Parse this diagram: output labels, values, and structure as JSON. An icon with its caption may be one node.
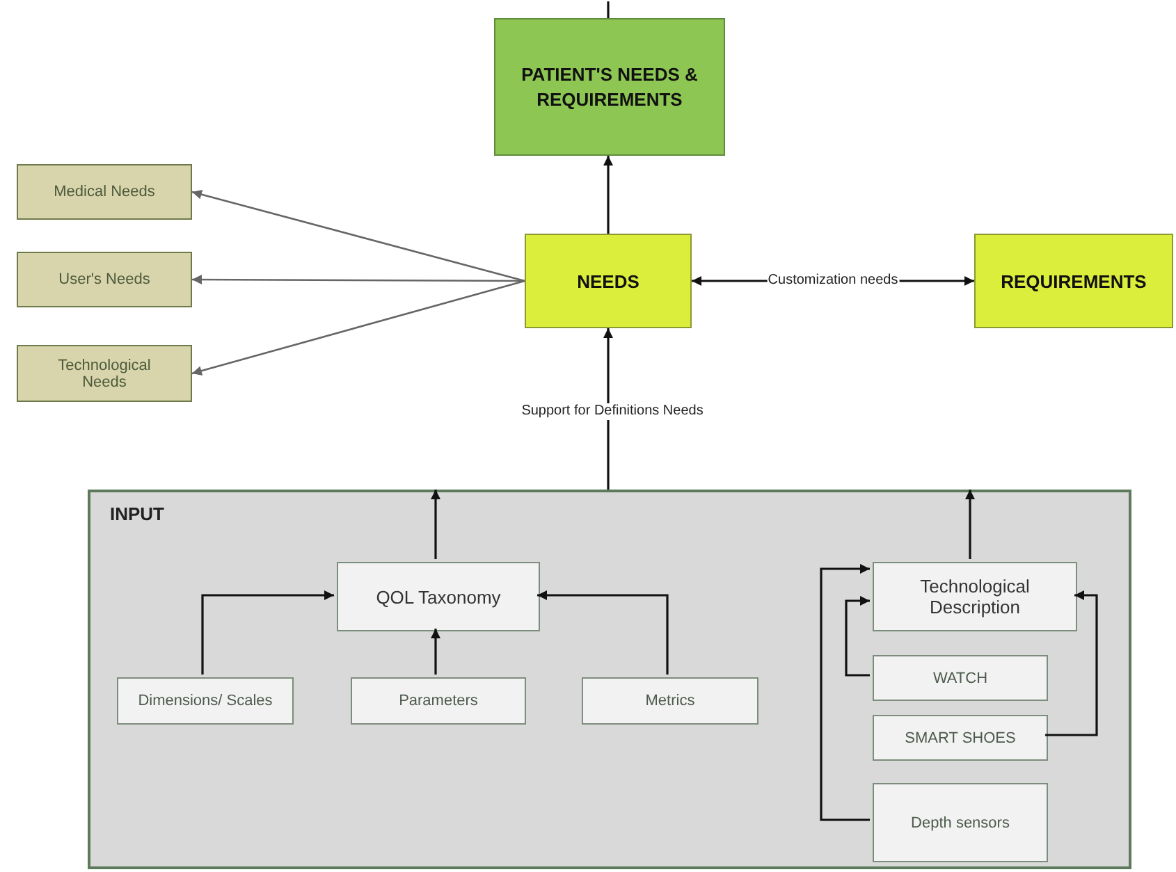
{
  "diagram": {
    "nodes": [
      {
        "text": [
          "PATIENT'S NEEDS & REQUIREMENTS"
        ]
      },
      {
        "text": [
          "Medical Needs"
        ]
      },
      {
        "text": [
          "User's Needs"
        ]
      },
      {
        "text": [
          "Technological Needs"
        ]
      },
      {
        "text": [
          "NEEDS"
        ]
      },
      {
        "text": [
          "REQUIREMENTS"
        ]
      },
      {
        "text": [
          "INPUT"
        ]
      },
      {
        "text": [
          "QOL Taxonomy"
        ],
        "in": 6
      },
      {
        "text": [
          "Dimensions/ Scales"
        ],
        "in": 6
      },
      {
        "text": [
          "Parameters"
        ],
        "in": 6
      },
      {
        "text": [
          "Metrics"
        ],
        "in": 6
      },
      {
        "text": [
          "Technological Description"
        ],
        "in": 6
      },
      {
        "text": [
          "WATCH"
        ],
        "in": 6
      },
      {
        "text": [
          "SMART SHOES"
        ],
        "in": 6
      },
      {
        "text": [
          "Depth sensors"
        ],
        "in": 6
      }
    ],
    "edges": [
      {
        "from": 0,
        "to": null,
        "arrow": "none"
      },
      {
        "from": 4,
        "to": 0,
        "arrow": "to"
      },
      {
        "from": 4,
        "to": 1,
        "arrow": "to",
        "color": "#666666"
      },
      {
        "from": 4,
        "to": 2,
        "arrow": "to",
        "color": "#666666"
      },
      {
        "from": 4,
        "to": 3,
        "arrow": "to",
        "color": "#666666"
      },
      {
        "from": 4,
        "to": 5,
        "arrow": "both",
        "label": "Customization needs"
      },
      {
        "from": 6,
        "to": 4,
        "arrow": "to",
        "label": "Support for Definitions Needs"
      },
      {
        "from": 7,
        "to": 6,
        "arrow": "to"
      },
      {
        "from": 11,
        "to": 6,
        "arrow": "to"
      },
      {
        "from": 8,
        "to": 7,
        "arrow": "to"
      },
      {
        "from": 9,
        "to": 7,
        "arrow": "to"
      },
      {
        "from": 10,
        "to": 7,
        "arrow": "to"
      },
      {
        "from": 12,
        "to": 11,
        "arrow": "to"
      },
      {
        "from": 13,
        "to": 11,
        "arrow": "to"
      },
      {
        "from": 14,
        "to": 11,
        "arrow": "to"
      }
    ]
  }
}
